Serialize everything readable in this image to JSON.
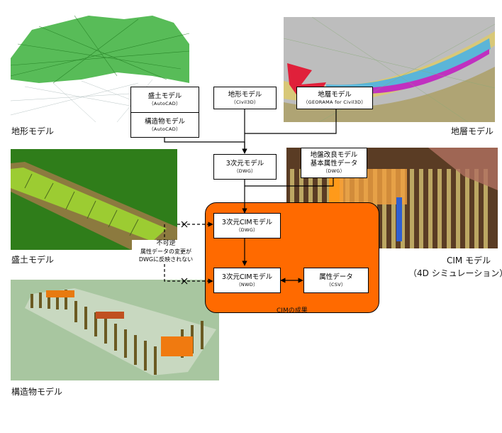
{
  "images": {
    "terrain": {
      "caption": "地形モデル"
    },
    "strata": {
      "caption": "地層モデル"
    },
    "embankment": {
      "caption": "盛土モデル"
    },
    "cim": {
      "caption_line1": "CIM モデル",
      "caption_line2": "（4D シミュレーション）"
    },
    "structure": {
      "caption": "構造物モデル"
    }
  },
  "boxes": {
    "embankment_model": {
      "title": "盛土モデル",
      "sub": "（AutoCAD）"
    },
    "structure_model": {
      "title": "構造物モデル",
      "sub": "（AutoCAD）"
    },
    "terrain_model": {
      "title": "地形モデル",
      "sub": "（Civil3D）"
    },
    "strata_model": {
      "title": "地層モデル",
      "sub": "（GEORAMA for Civil3D）"
    },
    "model_3d": {
      "title": "3次元モデル",
      "sub": "（DWG）"
    },
    "ground_improvement": {
      "title": "地盤改良モデル",
      "title2": "基本属性データ",
      "sub": "（DWG）"
    },
    "cim_dwg": {
      "title": "3次元CIMモデル",
      "sub": "（DWG）"
    },
    "cim_nwd": {
      "title": "3次元CIMモデル",
      "sub": "（NWD）"
    },
    "attribute_data": {
      "title": "属性データ",
      "sub": "（CSV）"
    }
  },
  "note": {
    "line1": "不可逆",
    "line2": "属性データの変更が",
    "line3": "DWGに反映されない"
  },
  "cim_result_label": "CIMの成果",
  "colors": {
    "orange_region": "#ff6a00",
    "terrain_green": "#2ea32e",
    "strata_blue": "#5bb5d8",
    "embankment_green": "#2f7d1a",
    "structure_brown": "#6b5a22"
  }
}
